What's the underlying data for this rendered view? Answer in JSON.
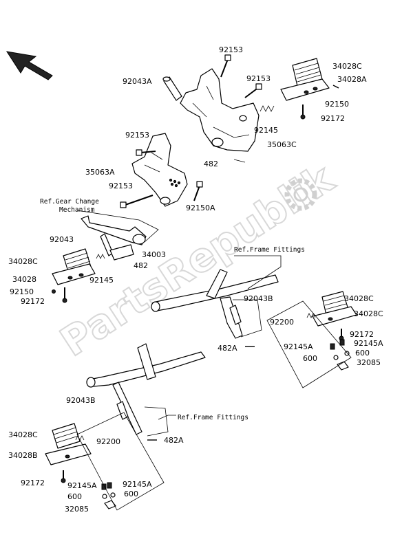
{
  "watermark": "PartsRepublik",
  "labels": {
    "l_92153_a": "92153",
    "l_92043A": "92043A",
    "l_92153_b": "92153",
    "l_34028C_a": "34028C",
    "l_34028A_a": "34028A",
    "l_92150_a": "92150",
    "l_92145_a": "92145",
    "l_92172_a": "92172",
    "l_35063C": "35063C",
    "l_482_a": "482",
    "l_92153_c": "92153",
    "l_35063A": "35063A",
    "l_92153_d": "92153",
    "l_92150A": "92150A",
    "l_92043": "92043",
    "l_34003": "34003",
    "l_482_b": "482",
    "l_34028C_b": "34028C",
    "l_34028": "34028",
    "l_92145_b": "92145",
    "l_92150_b": "92150",
    "l_92172_b": "92172",
    "l_92043B_a": "92043B",
    "l_34028C_c": "34028C",
    "l_34028C_d": "34028C",
    "l_92200_a": "92200",
    "l_92172_c": "92172",
    "l_92145A_a": "92145A",
    "l_92145A_b": "92145A",
    "l_482A_a": "482A",
    "l_600_a": "600",
    "l_600_b": "600",
    "l_32085_a": "32085",
    "l_92043B_b": "92043B",
    "l_34028C_e": "34028C",
    "l_92200_b": "92200",
    "l_482A_b": "482A",
    "l_34028B": "34028B",
    "l_92172_d": "92172",
    "l_92145A_c": "92145A",
    "l_92145A_d": "92145A",
    "l_600_c": "600",
    "l_600_d": "600",
    "l_32085_b": "32085"
  },
  "refs": {
    "gear_line1": "Ref.Gear Change",
    "gear_line2": "Mechanism",
    "frame_a": "Ref.Frame Fittings",
    "frame_b": "Ref.Frame Fittings"
  },
  "icons": {
    "direction": "front-direction-arrow-icon",
    "gear": "gear-logo-icon"
  }
}
